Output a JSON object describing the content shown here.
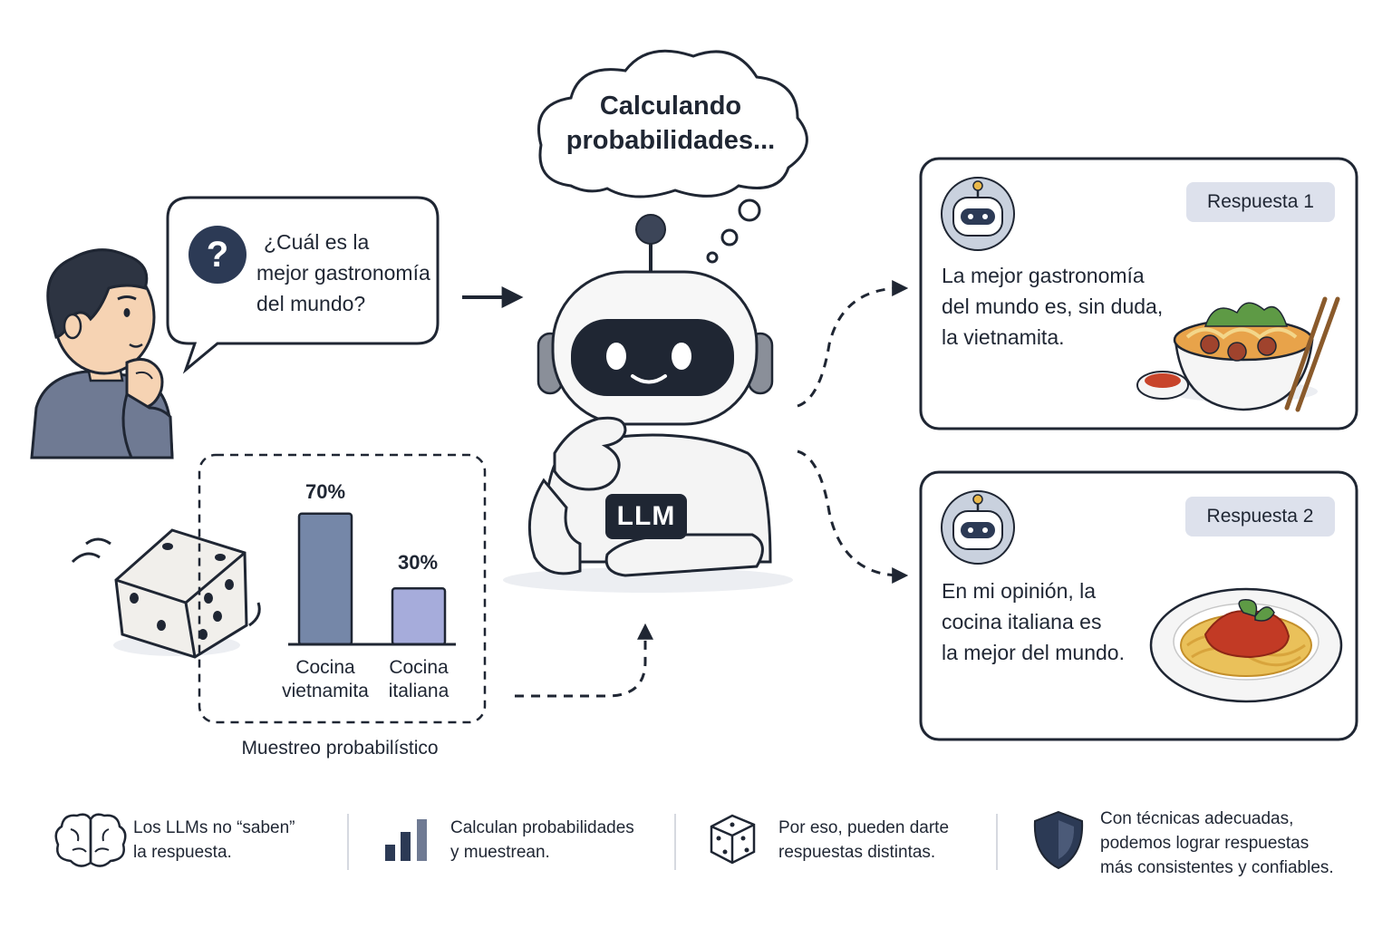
{
  "question": {
    "lines": [
      "¿Cuál es la",
      "mejor gastronomía",
      "del mundo?"
    ],
    "icon": "question-mark-icon"
  },
  "thought_cloud": {
    "lines": [
      "Calculando",
      "probabilidades..."
    ]
  },
  "robot": {
    "badge": "LLM"
  },
  "sampling": {
    "label": "Muestreo probabilístico",
    "chart_data": {
      "type": "bar",
      "categories": [
        "Cocina vietnamita",
        "Cocina italiana"
      ],
      "category_lines": [
        [
          "Cocina",
          "vietnamita"
        ],
        [
          "Cocina",
          "italiana"
        ]
      ],
      "values": [
        70,
        30
      ],
      "value_labels": [
        "70%",
        "30%"
      ],
      "ylim": [
        0,
        100
      ],
      "colors": [
        "#7587a8",
        "#a6acdb"
      ]
    }
  },
  "responses": [
    {
      "badge": "Respuesta 1",
      "lines": [
        "La mejor gastronomía",
        "del mundo es, sin duda,",
        "la vietnamita."
      ],
      "image": "pho-bowl-illustration"
    },
    {
      "badge": "Respuesta 2",
      "lines": [
        "En mi opinión, la",
        "cocina italiana es",
        "la mejor del mundo."
      ],
      "image": "spaghetti-plate-illustration"
    }
  ],
  "footer": [
    {
      "icon": "brain-icon",
      "lines": [
        "Los LLMs no “saben”",
        "la respuesta."
      ]
    },
    {
      "icon": "bar-chart-icon",
      "lines": [
        "Calculan probabilidades",
        "y muestrean."
      ]
    },
    {
      "icon": "dice-icon",
      "lines": [
        "Por eso, pueden darte",
        "respuestas distintas."
      ]
    },
    {
      "icon": "shield-icon",
      "lines": [
        "Con técnicas adecuadas,",
        "podemos lograr respuestas",
        "más consistentes y confiables."
      ]
    }
  ],
  "colors": {
    "ink": "#1f2633",
    "navy": "#2c3a55",
    "bar_dark": "#7587a8",
    "bar_light": "#a6acdb",
    "badge_bg": "#dde1ec",
    "shirt": "#6f7a93"
  }
}
